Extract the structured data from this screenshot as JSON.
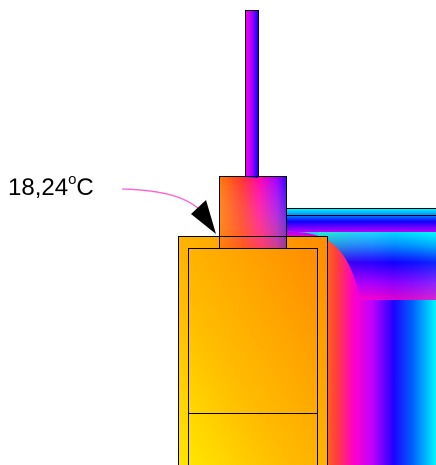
{
  "annotation": {
    "value": "18,24",
    "degree": "o",
    "unit": "C"
  },
  "colors": {
    "warm_low": "#ffe000",
    "warm_mid": "#ffb000",
    "warm_high": "#ff8a00",
    "hot_edge": "#ff3b3b",
    "pink": "#ff00cc",
    "magenta": "#cc00ff",
    "violet": "#7a00ff",
    "blue": "#0010ff",
    "cyan": "#00ffff",
    "leader_line": "#ff5fd0",
    "outline": "#000000"
  }
}
